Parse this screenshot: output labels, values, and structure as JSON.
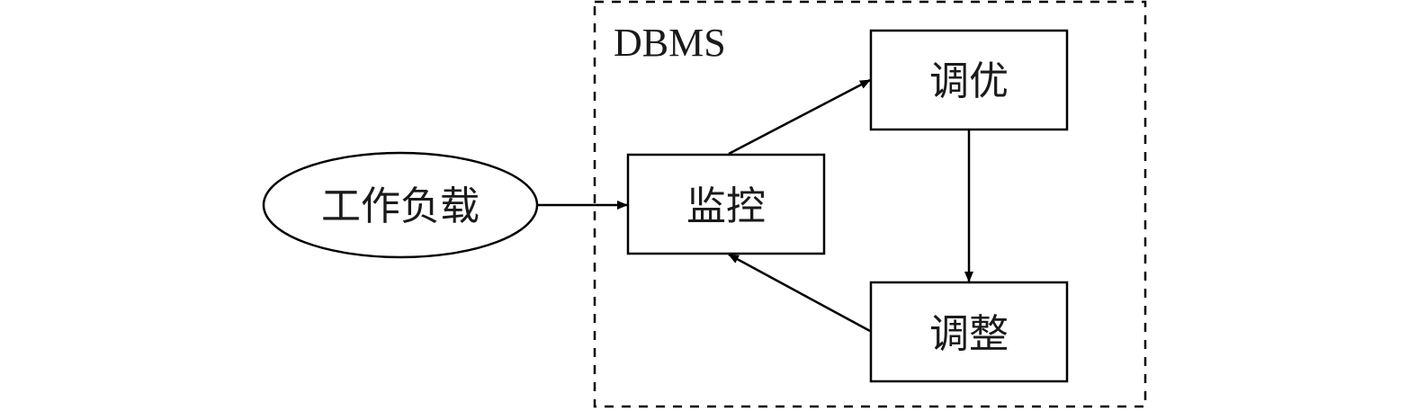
{
  "container": {
    "label": "DBMS"
  },
  "nodes": {
    "workload": {
      "label": "工作负载"
    },
    "monitor": {
      "label": "监控"
    },
    "tune": {
      "label": "调优"
    },
    "adjust": {
      "label": "调整"
    }
  },
  "colors": {
    "stroke": "#000000",
    "fill": "#ffffff",
    "text": "#1a1a1a"
  }
}
